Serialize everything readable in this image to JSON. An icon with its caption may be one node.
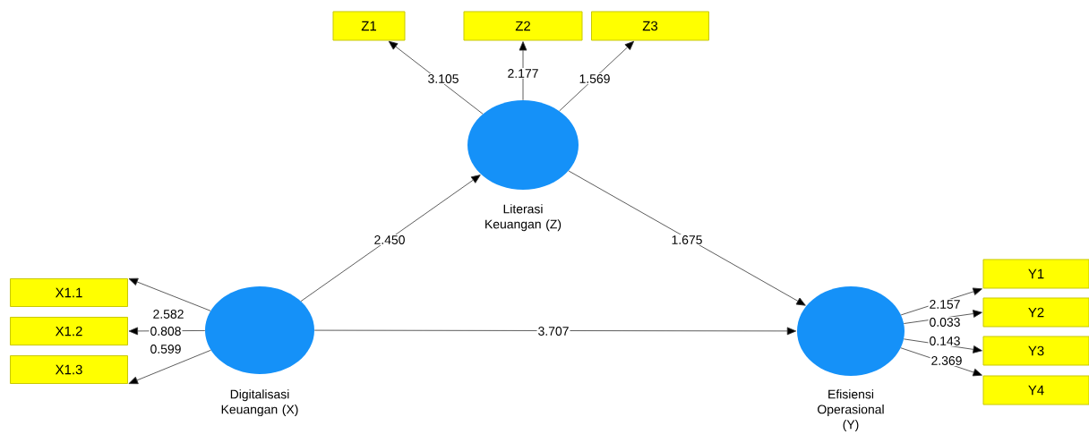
{
  "diagram": {
    "nodes": [
      {
        "text": [
          "Z1"
        ]
      },
      {
        "text": [
          "Z2"
        ]
      },
      {
        "text": [
          "Z3"
        ]
      },
      {
        "text": [],
        "shape": "circle",
        "beside": [
          "Literasi Keuangan (Z)"
        ]
      },
      {
        "text": [
          "X1.1"
        ]
      },
      {
        "text": [
          "X1.2"
        ]
      },
      {
        "text": [
          "X1.3"
        ]
      },
      {
        "text": [],
        "shape": "circle",
        "beside": [
          "Digitalisasi Keuangan (X)"
        ]
      },
      {
        "text": [],
        "shape": "circle",
        "beside": [
          "Efisiensi Operasional (Y)"
        ]
      },
      {
        "text": [
          "Y1"
        ]
      },
      {
        "text": [
          "Y2"
        ]
      },
      {
        "text": [
          "Y3"
        ]
      },
      {
        "text": [
          "Y4"
        ]
      }
    ],
    "edges": [
      {
        "from": 3,
        "to": 0,
        "arrow": "to",
        "label": "3.105"
      },
      {
        "from": 3,
        "to": 1,
        "arrow": "to",
        "label": "2.177"
      },
      {
        "from": 3,
        "to": 2,
        "arrow": "to",
        "label": "1.569"
      },
      {
        "from": 7,
        "to": 3,
        "arrow": "to",
        "label": "2.450"
      },
      {
        "from": 3,
        "to": 8,
        "arrow": "to",
        "label": "1.675"
      },
      {
        "from": 7,
        "to": 8,
        "arrow": "to",
        "label": "3.707"
      },
      {
        "from": 7,
        "to": 4,
        "arrow": "to",
        "label": "2.582"
      },
      {
        "from": 7,
        "to": 5,
        "arrow": "to",
        "label": "0.808"
      },
      {
        "from": 7,
        "to": 6,
        "arrow": "to",
        "label": "0.599"
      },
      {
        "from": 8,
        "to": 9,
        "arrow": "to",
        "label": "2.157"
      },
      {
        "from": 8,
        "to": 10,
        "arrow": "to",
        "label": "0.033"
      },
      {
        "from": 8,
        "to": 11,
        "arrow": "to",
        "label": "0.143"
      },
      {
        "from": 8,
        "to": 12,
        "arrow": "to",
        "label": "2.369"
      }
    ]
  }
}
